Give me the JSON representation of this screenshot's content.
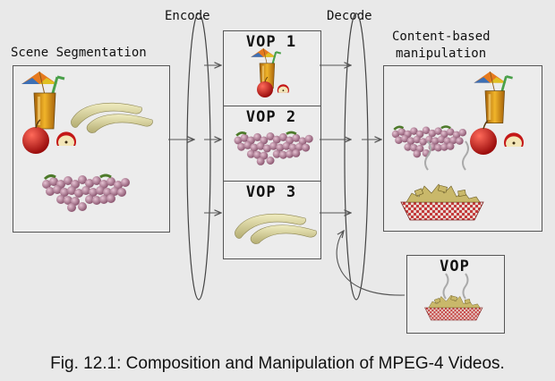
{
  "labels": {
    "encode": "Encode",
    "decode": "Decode",
    "scene_segmentation": "Scene Segmentation",
    "content_based_line1": "Content-based",
    "content_based_line2": "manipulation"
  },
  "vops": [
    {
      "title": "VOP 1"
    },
    {
      "title": "VOP 2"
    },
    {
      "title": "VOP 3"
    }
  ],
  "extra_vop": {
    "title": "VOP"
  },
  "caption": "Fig. 12.1: Composition and Manipulation of MPEG-4 Videos.",
  "colors": {
    "background": "#e9e9e9",
    "box_border": "#555555",
    "grapes": "#b07a94",
    "banana": "#d8d39a",
    "apple": "#c41818",
    "juice": "#d89a1a",
    "basket": "#c33b3b"
  }
}
